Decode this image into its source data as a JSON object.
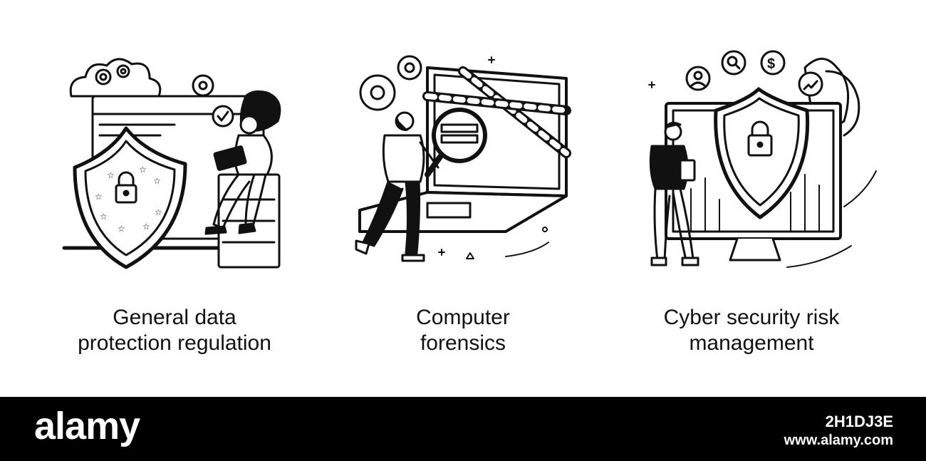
{
  "captions": [
    {
      "line1": "General data",
      "line2": "protection regulation"
    },
    {
      "line1": "Computer",
      "line2": "forensics"
    },
    {
      "line1": "Cyber security risk",
      "line2": "management"
    }
  ],
  "footer": {
    "logo": "alamy",
    "image_id": "2H1DJ3E",
    "url": "www.alamy.com"
  },
  "colors": {
    "ink": "#111111",
    "background": "#ffffff",
    "footer_bg": "#000000",
    "footer_text": "#ffffff"
  },
  "icons": {
    "panel_1": [
      "cloud-icon",
      "gear-icon",
      "checkmark-icon",
      "shield-lock-icon",
      "star-icon"
    ],
    "panel_2": [
      "gear-icon",
      "magnifier-icon",
      "caution-tape-icon"
    ],
    "panel_3": [
      "user-icon",
      "search-icon",
      "dollar-icon",
      "trend-up-icon",
      "shield-lock-icon"
    ]
  }
}
